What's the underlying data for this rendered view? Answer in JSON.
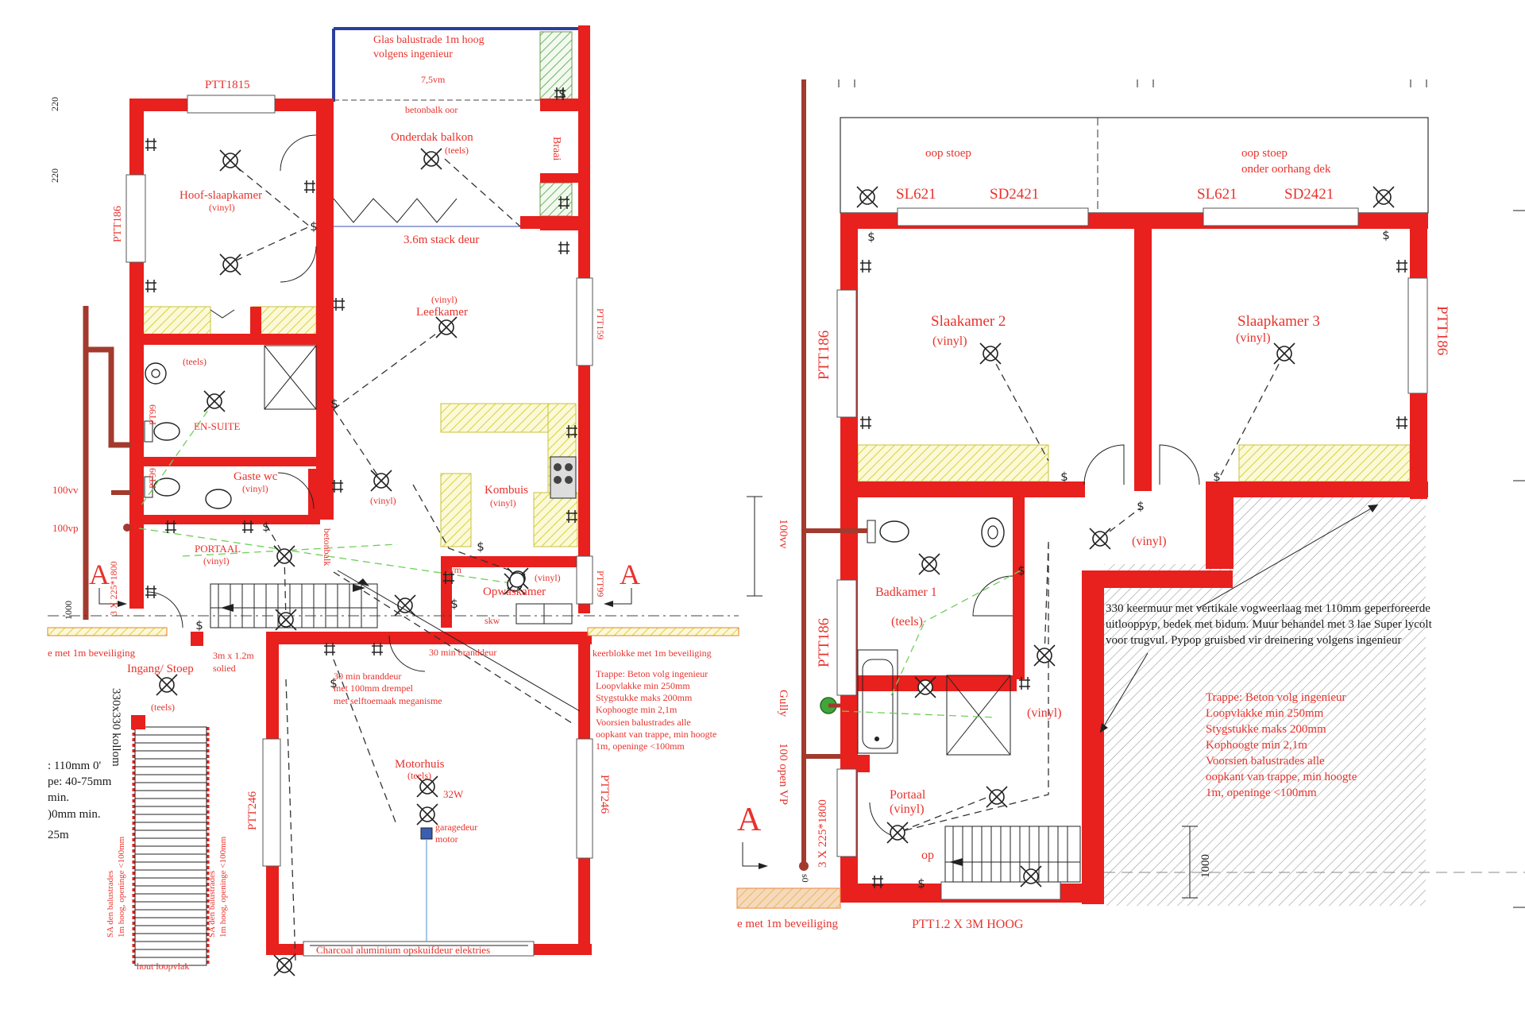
{
  "ground_floor": {
    "labels": {
      "glas_balustrade_1": "Glas balustrade 1m hoog",
      "glas_balustrade_2": "volgens ingenieur",
      "dim_75": "7,5vm",
      "betonbalk": "betonbalk oor",
      "onderdak_balkon": "Onderdak balkon",
      "onderdak_teels": "(teels)",
      "braai": "Braai",
      "ptt1815": "PTT1815",
      "hoof_slaapkamer": "Hoof-slaapkamer",
      "hoof_vinyl": "(vinyl)",
      "ptt186_left": "PTT186",
      "stack_deur": "3.6m stack deur",
      "leefkamer_vinyl": "(vinyl)",
      "leefkamer": "Leefkamer",
      "ptt159": "PTT159",
      "teels_ensuite": "(teels)",
      "en_suite": "EN-SUITE",
      "pt99_a": "PT99",
      "pt99_b": "PT99",
      "gaste_wc": "Gaste wc",
      "gaste_vinyl": "(vinyl)",
      "vinyl_mid": "(vinyl)",
      "kombuis": "Kombuis",
      "kombuis_vinyl": "(vinyl)",
      "pipe_100vv": "100vv",
      "pipe_100vp": "100vp",
      "portaal": "PORTAAL",
      "portaal_vinyl": "(vinyl)",
      "betonbalk_v": "betonbalk",
      "wm": "wm",
      "skw": "skw",
      "opwaskamer": "Opwaskamer",
      "opwas_vinyl": "(vinyl)",
      "section_a_left": "A",
      "section_a_right": "A",
      "dim_3x225": "3 X 225*1800",
      "ptt99_right": "PTT99",
      "dim_1000": "1000",
      "dim_220_a": "220",
      "dim_220_b": "220",
      "beveiliging_left": "e met 1m beveiliging",
      "ingang_stoep": "Ingang/ Stoep",
      "ingang_teels": "(teels)",
      "solied_1": "3m x 1.2m",
      "solied_2": "solied",
      "brand_1": "30 min branddeur",
      "brand_2": "met 100mm drempel",
      "brand_3": "met selftoemaak meganisme",
      "brand_right": "30 min branddeur",
      "keerblokke": "keerblokke met 1m beveiliging",
      "trappe_1": "Trappe: Beton volg ingenieur",
      "trappe_2": "Loopvlakke min 250mm",
      "trappe_3": "Stygstukke maks 200mm",
      "trappe_4": "Kophoogte min 2,1m",
      "trappe_5": "Voorsien balustrades alle",
      "trappe_6": "oopkant van trappe, min hoogte",
      "trappe_7": "1m, openinge <100mm",
      "kollom": "330x330 kollom",
      "motorhuis": "Motorhuis",
      "motorhuis_teels": "(teels)",
      "watt_32": "32W",
      "garagedeur_1": "garagedeur",
      "garagedeur_2": "motor",
      "ptt246_left": "PTT246",
      "ptt246_right": "PTT246",
      "charcoal": "Charcoal aluminium opskuifdeur elektries",
      "hout": "hout loopvlak",
      "sa_den_1": "SA den balustrades",
      "sa_den_2": "1m hoog, openinge <100mm",
      "sa_den_3": "SA den balustrades",
      "sa_den_4": "1m hoog, openinge <100mm",
      "cut_1": ": 110mm 0'",
      "cut_2": "pe: 40-75mm",
      "cut_3": "min.",
      "cut_4": ")0mm min.",
      "cut_5": "25m"
    }
  },
  "upper_floor": {
    "labels": {
      "oop_stoep_left": "oop stoep",
      "oop_stoep_right": "oop stoep",
      "onder_oorhang": "onder oorhang dek",
      "sl621_left": "SL621",
      "sd2421_left": "SD2421",
      "sl621_right": "SL621",
      "sd2421_right": "SD2421",
      "ptt186_a": "PTT186",
      "ptt186_b": "PTT186",
      "ptt186_c": "PTT186",
      "slaakamer_2": "Slaakamer 2",
      "slaakamer_2_vinyl": "(vinyl)",
      "slaapkamer_3": "Slaapkamer 3",
      "slaapkamer_3_vinyl": "(vinyl)",
      "pipe_100vv": "100vv",
      "vinyl_passage": "(vinyl)",
      "badkamer": "Badkamer 1",
      "badkamer_teels": "(teels)",
      "vinyl_stair": "(vinyl)",
      "gully": "Gully",
      "open_vp": "100 open VP",
      "portaal": "Portaal",
      "portaal_vinyl": "(vinyl)",
      "section_a": "A",
      "dim_3x225": "3 X 225*1800",
      "op": "op",
      "dim_1000": "1000",
      "ptt12": "PTT1.2 X 3M HOOG",
      "beveiliging": "e met 1m beveiliging",
      "dim_s0": "s0",
      "keermuur_1": "330 keermuur met vertikale vogweerlaag met 110mm geperforeerde",
      "keermuur_2": "uitlooppyp, bedek met bidum. Muur behandel met 3 lae Super lycolt",
      "keermuur_3": "voor trugvul. Pypop gruisbed vir dreinering volgens ingenieur",
      "trappe_1": "Trappe: Beton volg ingenieur",
      "trappe_2": "Loopvlakke min 250mm",
      "trappe_3": "Stygstukke maks 200mm",
      "trappe_4": "Kophoogte min 2,1m",
      "trappe_5": "Voorsien balustrades alle",
      "trappe_6": "oopkant van trappe, min hoogte",
      "trappe_7": "1m, openinge <100mm"
    }
  },
  "colors": {
    "wall": "#e8201e",
    "label": "#e8322c",
    "glass_rail": "#2b3f9e",
    "yellow_hatch": "#e9e34a",
    "green_hatch": "#6fb36a",
    "gully": "#3fa63a",
    "drain": "#a33a2e"
  }
}
